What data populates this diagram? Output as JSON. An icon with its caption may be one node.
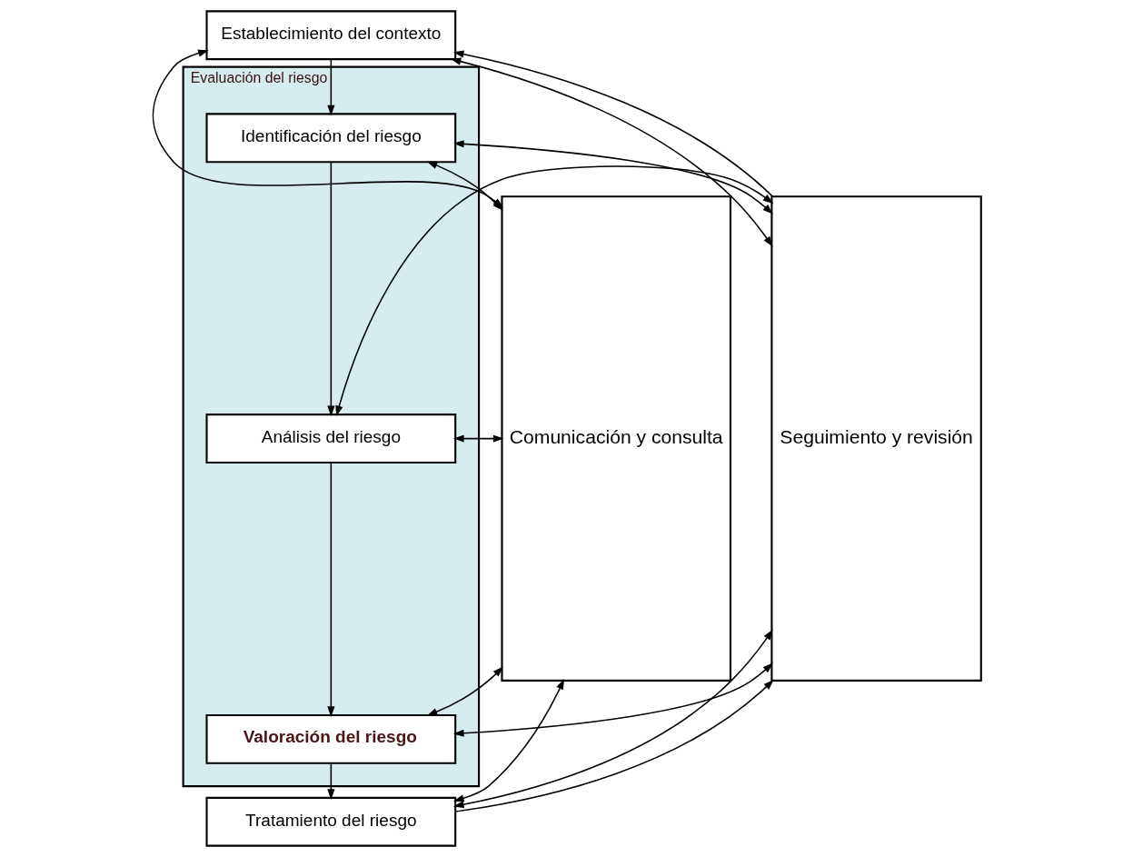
{
  "diagram": {
    "nodes": [
      {
        "text": [
          "Comunicación y consulta"
        ]
      },
      {
        "text": [
          "Establecimiento del contexto"
        ]
      },
      {
        "text": [
          "Evaluación del riesgo"
        ]
      },
      {
        "text": [
          "Identificación del riesgo"
        ],
        "in": 2
      },
      {
        "text": [
          "Análisis del riesgo"
        ],
        "in": 2
      },
      {
        "text": [
          "Valoración del riesgo"
        ],
        "in": 2
      },
      {
        "text": [
          "Tratamiento del riesgo"
        ]
      },
      {
        "text": [
          "Seguimiento y revisión"
        ]
      }
    ],
    "edges": [
      {
        "from": 0,
        "to": 1,
        "arrow": "both"
      },
      {
        "from": 1,
        "to": 7,
        "arrow": "both"
      },
      {
        "from": 0,
        "to": 3,
        "arrow": "both"
      },
      {
        "from": 3,
        "to": 7,
        "arrow": "both"
      },
      {
        "from": 0,
        "to": 4,
        "arrow": "both"
      },
      {
        "from": 4,
        "to": 7,
        "arrow": "both"
      },
      {
        "from": 0,
        "to": 5,
        "arrow": "both"
      },
      {
        "from": 5,
        "to": 7,
        "arrow": "both"
      },
      {
        "from": 0,
        "to": 6,
        "arrow": "both"
      },
      {
        "from": 6,
        "to": 7,
        "arrow": "both"
      },
      {
        "from": 1,
        "to": 3,
        "arrow": "to"
      },
      {
        "from": 3,
        "to": 4,
        "arrow": "to"
      },
      {
        "from": 4,
        "to": 5,
        "arrow": "to"
      },
      {
        "from": 5,
        "to": 6,
        "arrow": "to"
      },
      {
        "from": 6,
        "to": 7,
        "arrow": "to"
      },
      {
        "from": 7,
        "to": 1,
        "arrow": "to"
      }
    ]
  }
}
